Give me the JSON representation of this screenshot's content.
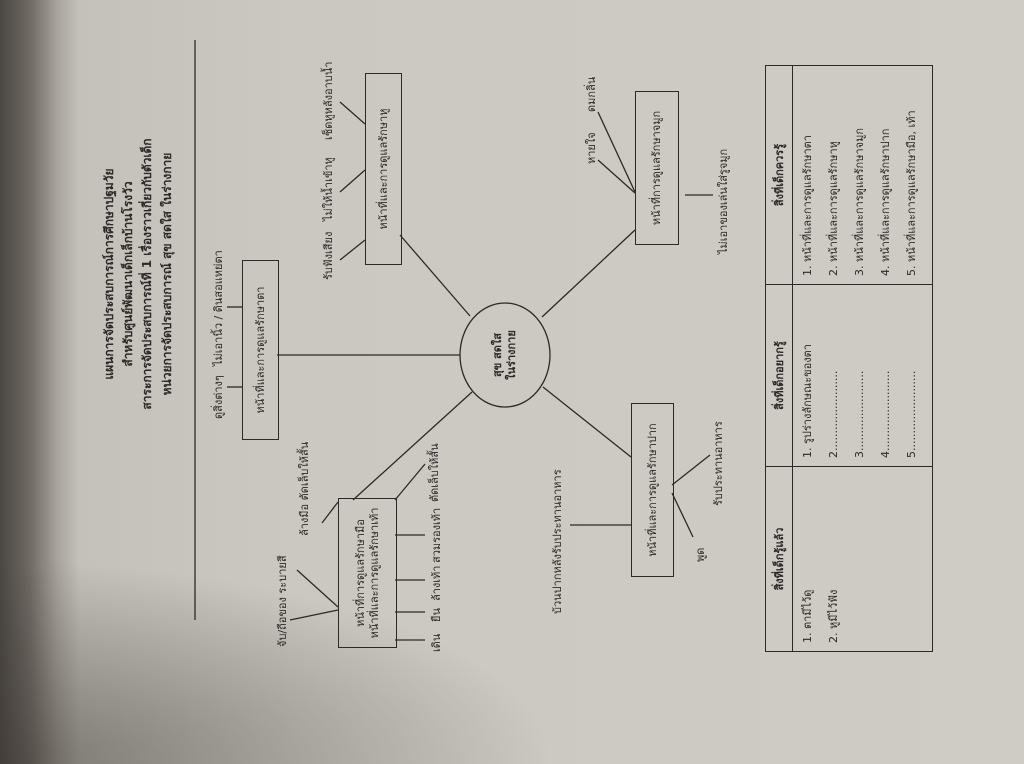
{
  "header": {
    "line1": "แผนการจัดประสบการณ์การศึกษาปฐมวัย",
    "line2": "สำหรับศูนย์พัฒนาเด็กเล็กบ้านโรงวัว",
    "line3": "สาระการจัดประสบการณ์ที่ 1 เรื่องราวเกี่ยวกับตัวเด็ก",
    "line4": "หน่วยการจัดประสบการณ์ สุข สดใส ในร่างกาย"
  },
  "mindmap": {
    "center": {
      "line1": "สุข สดใส",
      "line2": "ในร่างกาย"
    },
    "eye": {
      "title": "หน้าที่และการดูแลรักษาตา",
      "items": [
        "ดูสิ่งต่างๆ",
        "ไม่เอานิ้ว / ดินสอแหย่ตา"
      ]
    },
    "ear": {
      "title": "หน้าที่และการดูแลรักษาหู",
      "items": [
        "รับฟังเสียง",
        "ไม่ให้น้ำเข้าหู",
        "เช็ดหูหลังอาบน้ำ"
      ]
    },
    "hand_foot": {
      "title1": "หน้าที่การดูแลรักษามือ",
      "title2": "หน้าที่และการดูแลรักษาเท้า",
      "items": [
        "จับ/ถือของ ระบายสี",
        "ล้างมือ ตัดเล็บให้สั้น",
        "เดิน",
        "ยืน",
        "ล้างเท้า",
        "สวมรองเท้า",
        "ตัดเล็บให้สั้น"
      ]
    },
    "mouth": {
      "title": "หน้าที่และการดูแลรักษาปาก",
      "items": [
        "บ้วนปากหลังรับประทานอาหาร",
        "รับประทานอาหาร",
        "พูด"
      ]
    },
    "nose": {
      "title": "หน้าที่การดูแลรักษาจมูก",
      "items": [
        "หายใจ",
        "ดมกลิ่น",
        "ไม่เอาของเล่นใส่รูจมูก"
      ]
    }
  },
  "table": {
    "headers": [
      "สิ่งที่เด็กรู้แล้ว",
      "สิ่งที่เด็กอยากรู้",
      "สิ่งที่เด็กควรรู้"
    ],
    "col1": [
      "1. ตามีไว้ดู",
      "2. หูมีไว้ฟัง"
    ],
    "col2": [
      "1. รูปร่างลักษณะของตา",
      "2.......................",
      "3.......................",
      "4.......................",
      "5......................."
    ],
    "col3": [
      "1. หน้าที่และการดูแลรักษาตา",
      "2. หน้าที่และการดูแลรักษาหู",
      "3. หน้าที่และการดูแลรักษาจมูก",
      "4. หน้าที่และการดูแลรักษาปาก",
      "5. หน้าที่และการดูแลรักษามือ, เท้า"
    ]
  }
}
